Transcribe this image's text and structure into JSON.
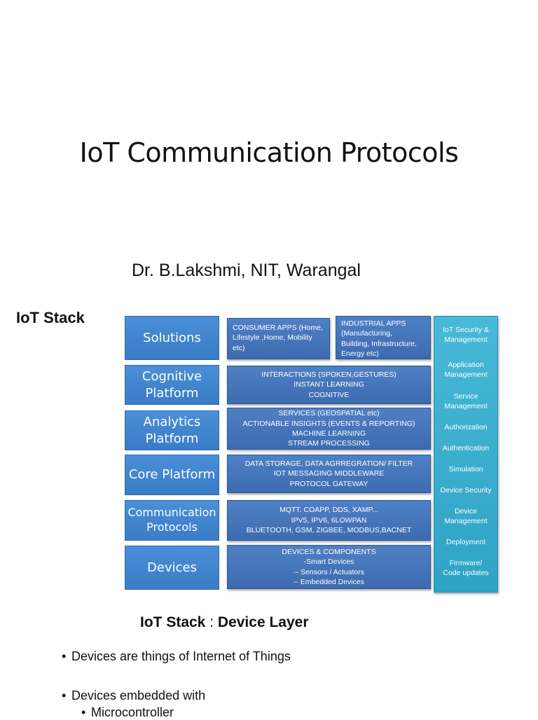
{
  "slide": {
    "title": "IoT Communication Protocols",
    "author": "Dr. B.Lakshmi, NIT, Warangal",
    "stack_heading": "IoT Stack"
  },
  "diagram": {
    "layers": [
      {
        "label": [
          "Solutions"
        ]
      },
      {
        "label": [
          "Cognitive",
          "Platform"
        ]
      },
      {
        "label": [
          "Analytics",
          "Platform"
        ]
      },
      {
        "label": [
          "Core Platform"
        ]
      },
      {
        "label": [
          "Communication",
          "Protocols"
        ]
      },
      {
        "label": [
          "Devices"
        ]
      }
    ],
    "solutions_details": [
      {
        "lines": [
          "CONSUMER APPS (Home,",
          "Lifestyle ,Home, Mobility",
          "etc)"
        ]
      },
      {
        "lines": [
          "INDUSTRIAL APPS",
          "(Manufacturing,",
          "Building, Infrastructure,",
          "Energy etc)"
        ]
      }
    ],
    "details": [
      {
        "lines": [
          "INTERACTIONS (SPOKEN,GESTURES)",
          "INSTANT LEARNING",
          "COGNITIVE"
        ]
      },
      {
        "lines": [
          "SERVICES (GEOSPATIAL etc)",
          "ACTIONABLE INSIGHTS (EVENTS  & REPORTING)",
          "MACHINE LEARNING",
          "STREAM PROCESSING"
        ]
      },
      {
        "lines": [
          "DATA STORAGE, DATA AGRREGRATION/ FILTER",
          "IOT MESSAGING MIDDLEWARE",
          "PROTOCOL GATEWAY"
        ]
      },
      {
        "lines": [
          "MQTT. COAPP, DDS, XAMP...",
          "IPV5, IPV6, 6LOWPAN",
          "BLUETOOTH, GSM, ZIGBEE, MODBUS,BACNET"
        ]
      },
      {
        "lines": [
          "DEVICES & COMPONENTS",
          "-Smart Devices",
          "-- Sensors / Actuators",
          "-- Embedded Devices"
        ]
      }
    ],
    "side_column": [
      {
        "lines": [
          "IoT Security &",
          "Management"
        ]
      },
      {
        "lines": [
          "Application",
          "Management"
        ]
      },
      {
        "lines": [
          "Service",
          "Management"
        ]
      },
      {
        "lines": [
          "Authorization"
        ]
      },
      {
        "lines": [
          "Authentication"
        ]
      },
      {
        "lines": [
          "Simulation"
        ]
      },
      {
        "lines": [
          "Device Security"
        ]
      },
      {
        "lines": [
          "Device",
          "Management"
        ]
      },
      {
        "lines": [
          "Deployment"
        ]
      },
      {
        "lines": [
          "Firmware/",
          "Code updates"
        ]
      }
    ]
  },
  "section": {
    "heading_left": "IoT Stack",
    "heading_colon": ":",
    "heading_right": "Device Layer",
    "bullets": [
      "Devices are things of Internet of Things",
      "Devices embedded with",
      "Microcontroller"
    ]
  }
}
